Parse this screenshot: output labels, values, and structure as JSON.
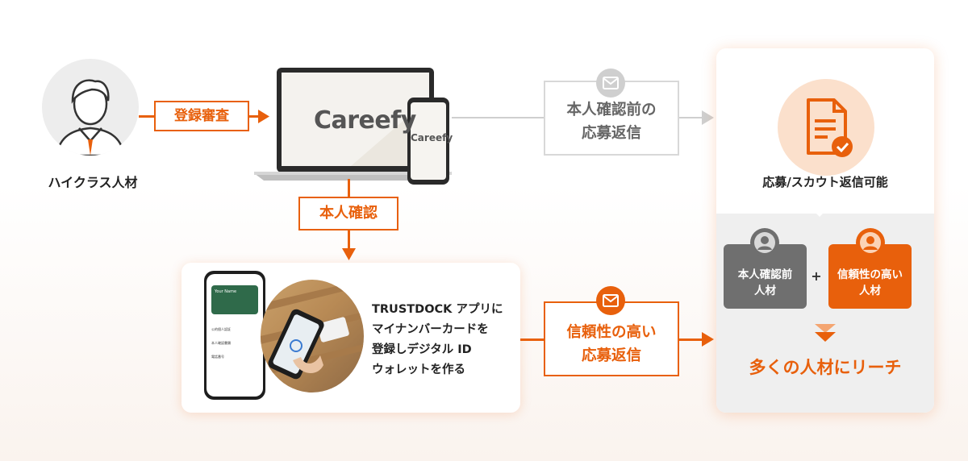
{
  "person": {
    "label": "ハイクラス人材"
  },
  "steps": {
    "registration_review": "登録審査",
    "identity_verification": "本人確認"
  },
  "brand": {
    "name_desktop": "Careefy",
    "name_mobile": "Careefy"
  },
  "unverified_reply": {
    "line1": "本人確認前の",
    "line2": "応募返信"
  },
  "trustdock": {
    "line1": "TRUSTDOCK アプリに",
    "line2": "マイナンバーカードを",
    "line3": "登録しデジタル ID",
    "line4": "ウォレットを作る",
    "app_screen": {
      "card_title": "Your Name",
      "rows": [
        "公的個人認証",
        "本人確認書類",
        "電話番号"
      ]
    }
  },
  "verified_reply": {
    "line1": "信頼性の高い",
    "line2": "応募返信"
  },
  "result": {
    "title": "応募/スカウト返信可能",
    "unverified_card": {
      "line1": "本人確認前",
      "line2": "人材"
    },
    "plus": "+",
    "verified_card": {
      "line1": "信頼性の高い",
      "line2": "人材"
    },
    "reach": "多くの人材にリーチ"
  },
  "colors": {
    "accent": "#e8600c",
    "gray": "#6f6f6f",
    "light_orange": "#fbe0cc"
  },
  "icons": [
    "person-icon",
    "mail-icon",
    "document-check-icon",
    "user-icon",
    "triangle-down-icon"
  ]
}
